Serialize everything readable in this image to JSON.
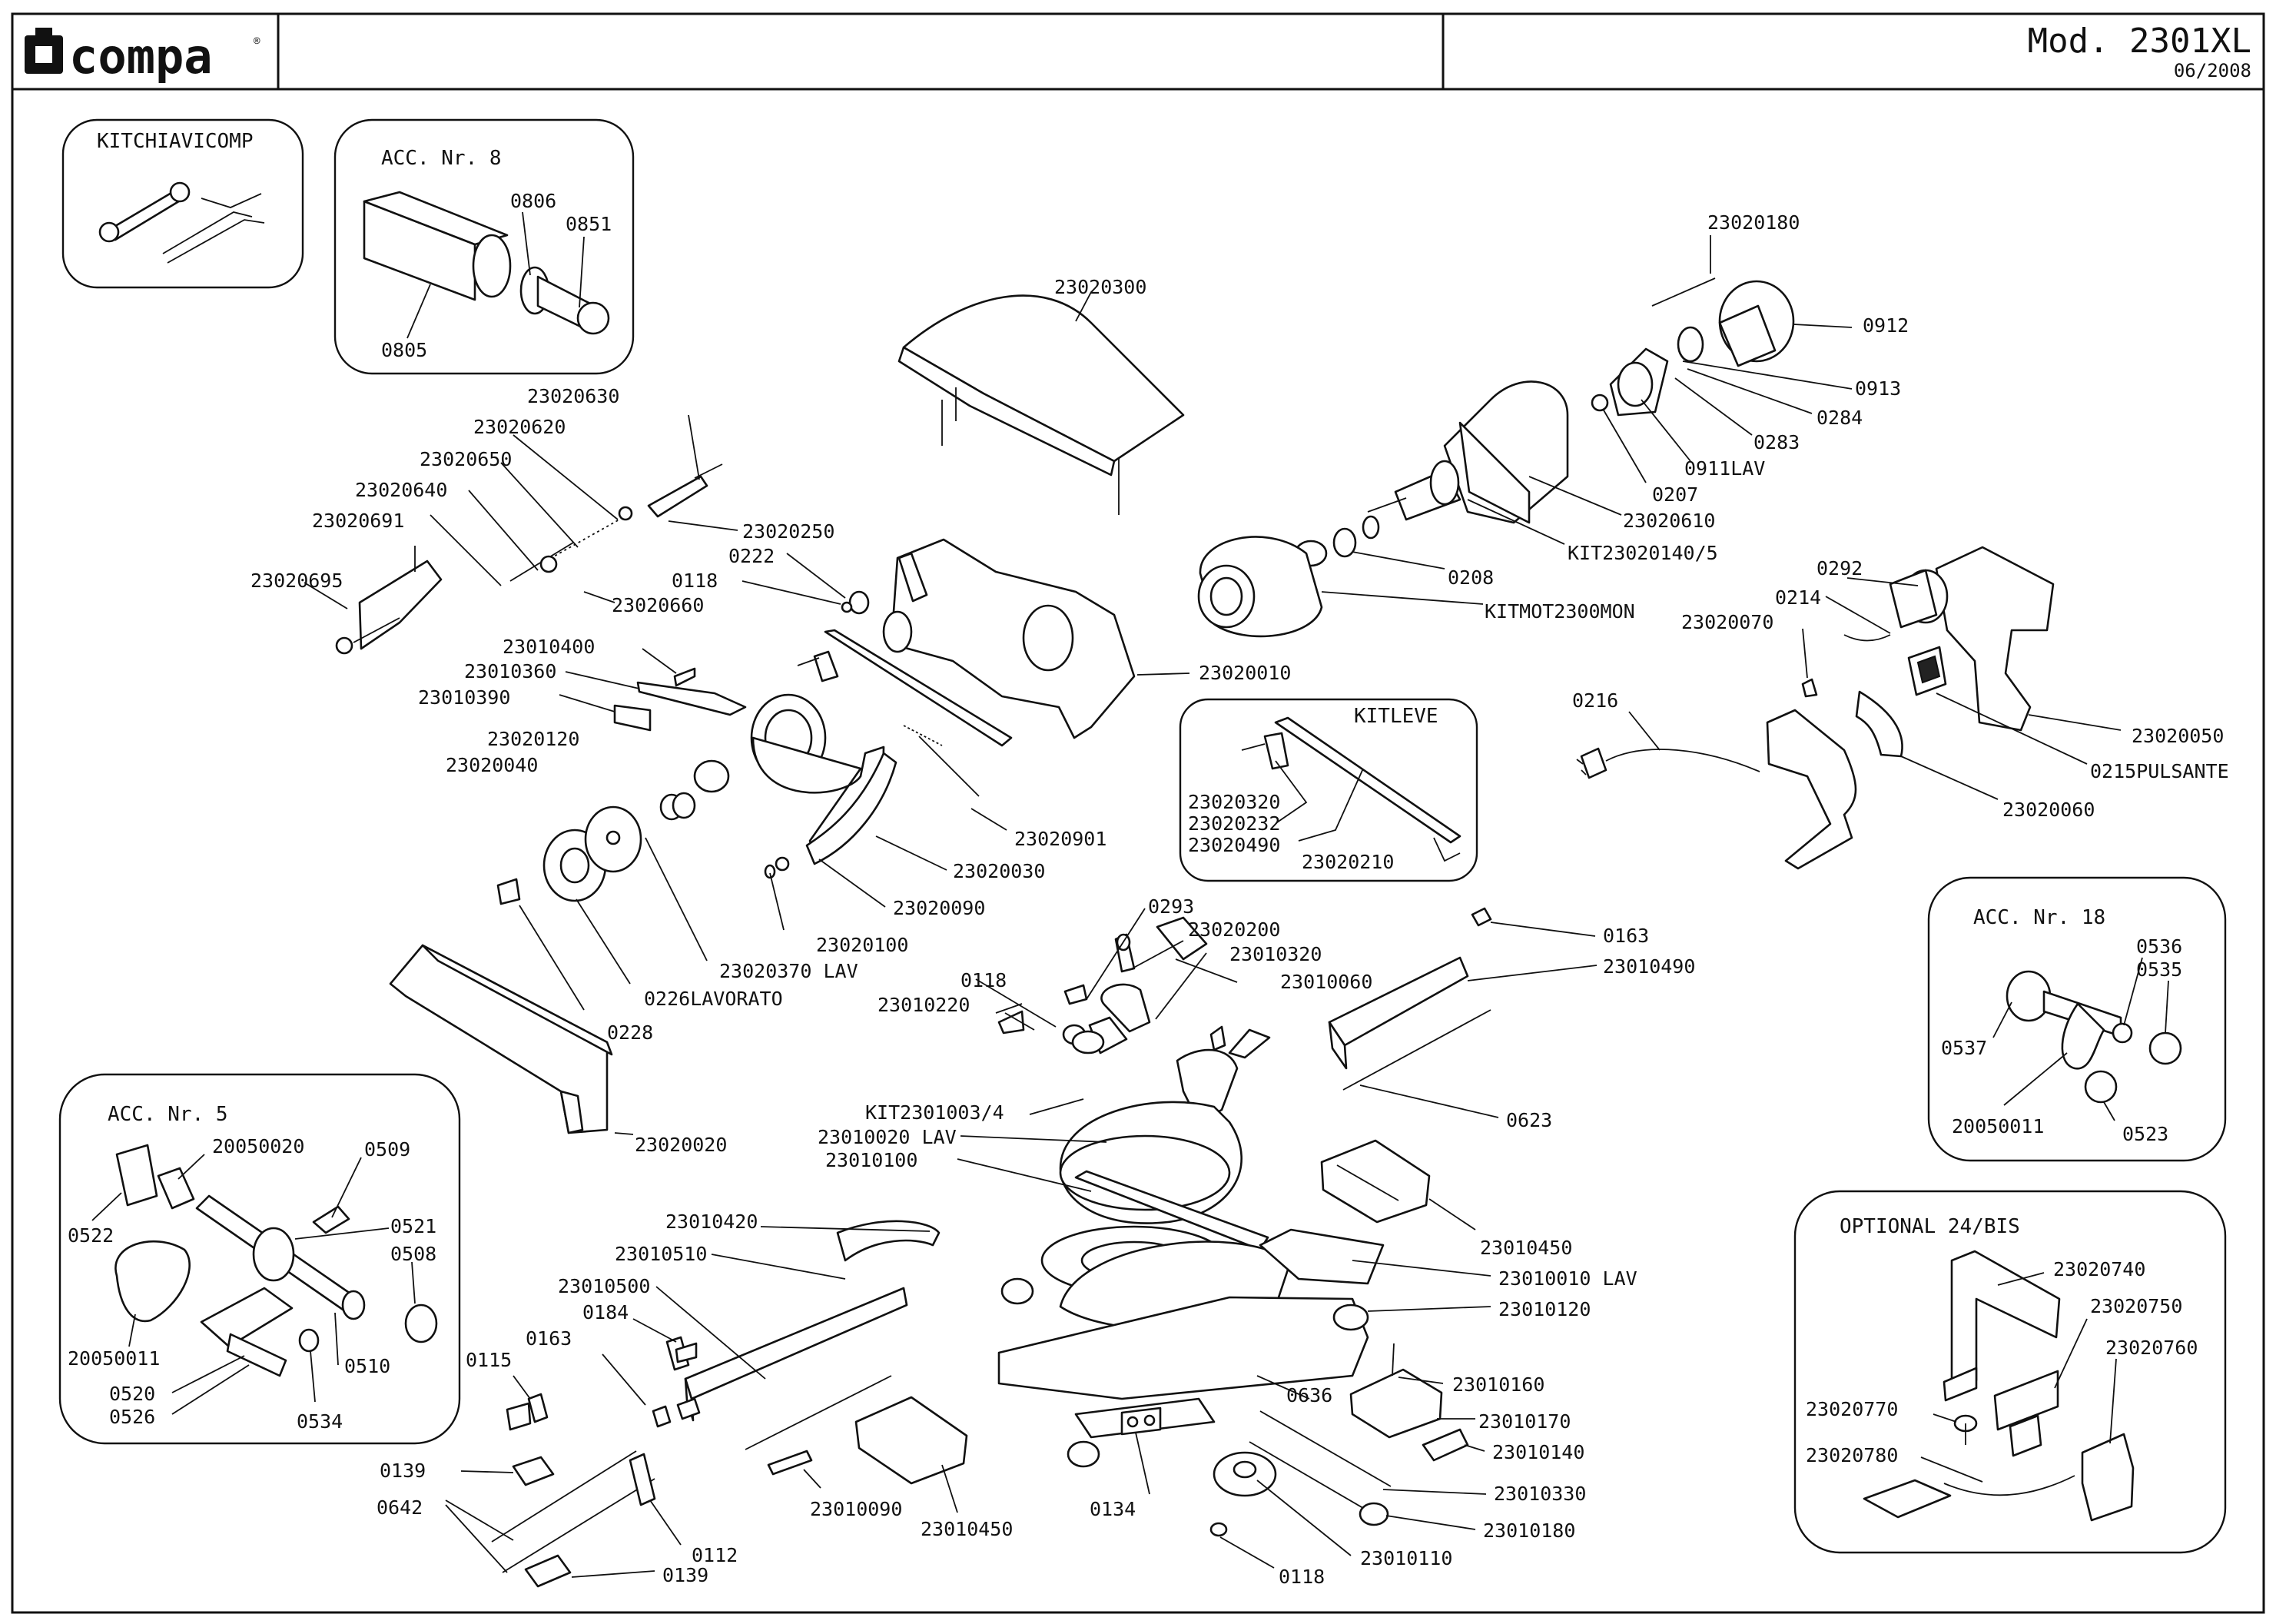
{
  "header": {
    "brand": "compa",
    "model": "Mod. 2301XL",
    "date": "06/2008"
  },
  "insets": {
    "kitchiavi": {
      "title": "KITCHIAVICOMP"
    },
    "acc8": {
      "title": "ACC. Nr. 8",
      "parts": [
        "0806",
        "0851",
        "0805"
      ]
    },
    "kitleve": {
      "title": "KITLEVE",
      "parts": [
        "23020320",
        "23020232",
        "23020490",
        "23020210"
      ]
    },
    "acc18": {
      "title": "ACC. Nr. 18",
      "parts": [
        "0536",
        "0535",
        "0537",
        "20050011",
        "0523"
      ]
    },
    "acc5": {
      "title": "ACC. Nr. 5",
      "parts": [
        "20050020",
        "0509",
        "0522",
        "0521",
        "0508",
        "20050011",
        "0510",
        "0520",
        "0526",
        "0534"
      ]
    },
    "optional": {
      "title": "OPTIONAL 24/BIS",
      "parts": [
        "23020740",
        "23020750",
        "23020760",
        "23020770",
        "23020780"
      ]
    }
  },
  "parts": {
    "p23020180": "23020180",
    "p0912": "0912",
    "p0913": "0913",
    "p0284": "0284",
    "p0283": "0283",
    "p0911LAV": "0911LAV",
    "p0207": "0207",
    "p23020610": "23020610",
    "pKIT23020140": "KIT23020140/5",
    "p0208": "0208",
    "pKITMOT": "KITMOT2300MON",
    "p23020300": "23020300",
    "p23020630": "23020630",
    "p23020620": "23020620",
    "p23020650": "23020650",
    "p23020640": "23020640",
    "p23020691": "23020691",
    "p23020695": "23020695",
    "p23020250": "23020250",
    "p0222": "0222",
    "p0118a": "0118",
    "p23020660": "23020660",
    "p23010400": "23010400",
    "p23010360": "23010360",
    "p23010390": "23010390",
    "p23020120": "23020120",
    "p23020040": "23020040",
    "p23020010": "23020010",
    "p23020901": "23020901",
    "p23020030": "23020030",
    "p23020090": "23020090",
    "p23020100": "23020100",
    "p23020370": "23020370 LAV",
    "p0226": "0226LAVORATO",
    "p0228": "0228",
    "p23020020": "23020020",
    "p0292": "0292",
    "p0214": "0214",
    "p23020070": "23020070",
    "p0216": "0216",
    "p23020050": "23020050",
    "p0215": "0215PULSANTE",
    "p23020060": "23020060",
    "p0293": "0293",
    "p23020200": "23020200",
    "p23010320": "23010320",
    "p0118b": "0118",
    "p23010060": "23010060",
    "p23010220": "23010220",
    "p0163a": "0163",
    "p23010490": "23010490",
    "pKIT2301003": "KIT2301003/4",
    "p23010020": "23010020 LAV",
    "p23010100": "23010100",
    "p0623": "0623",
    "p23010420": "23010420",
    "p23010510": "23010510",
    "p23010500": "23010500",
    "p23010450a": "23010450",
    "p23010010": "23010010 LAV",
    "p23010120": "23010120",
    "p0184": "0184",
    "p0163b": "0163",
    "p0115": "0115",
    "p23010160": "23010160",
    "p0636": "0636",
    "p23010170": "23010170",
    "p23010140": "23010140",
    "p23010330": "23010330",
    "p0139a": "0139",
    "p0642": "0642",
    "p0112": "0112",
    "p0139b": "0139",
    "p23010090": "23010090",
    "p23010450b": "23010450",
    "p0134": "0134",
    "p23010180": "23010180",
    "p23010110": "23010110",
    "p0118c": "0118"
  }
}
